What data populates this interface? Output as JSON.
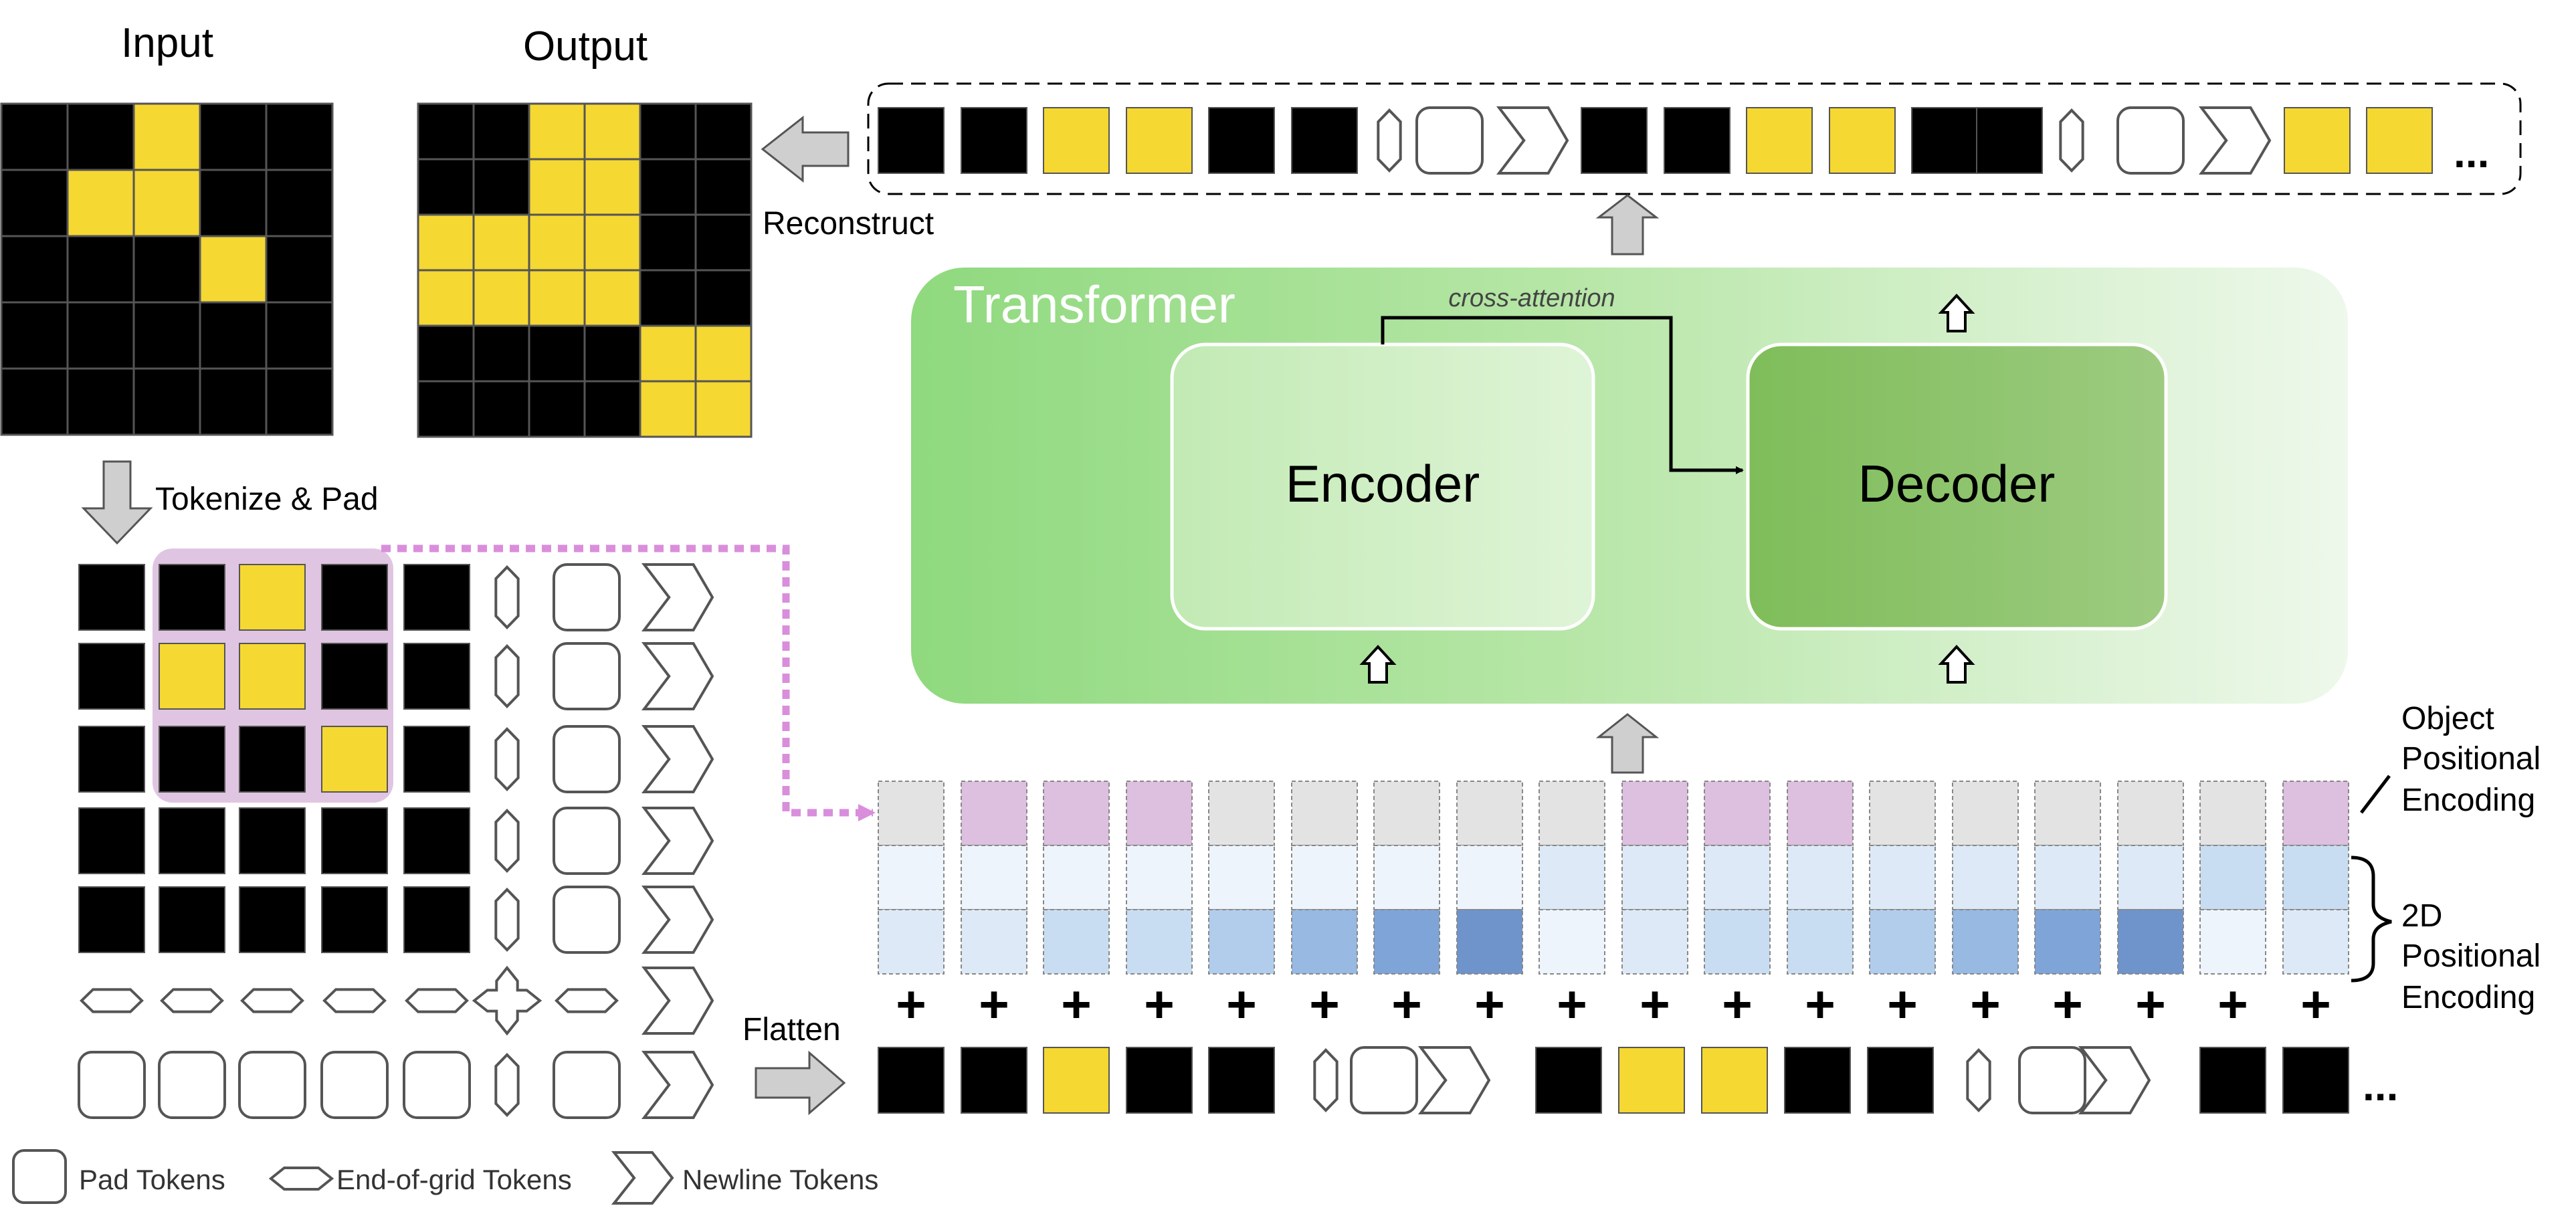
{
  "colors": {
    "black_cell": "#000000",
    "yellow_cell": "#f5d832",
    "grid_line": "#555555",
    "token_outline": "#555555",
    "arrow_gray": "#cfcfcf",
    "object_pe": "#ddbfdf",
    "object_pe_empty": "#e3e3e3",
    "highlight": "#ddbfdf",
    "dotted_connector": "#d98edc",
    "transformer_panel_left": "#8fd97e",
    "transformer_panel_right": "#e9f6e5",
    "decoder_left": "#7fbd5a",
    "decoder_right": "#a3cf88",
    "encoder_fill": "#cbeec0",
    "pe_shades": [
      "#edf4fb",
      "#dde9f6",
      "#c9ddf2",
      "#b2cdec",
      "#97b9e2",
      "#7fa4d8",
      "#6f94cb"
    ]
  },
  "labels": {
    "input": "Input",
    "output": "Output",
    "reconstruct": "Reconstruct",
    "tokenize_pad": "Tokenize & Pad",
    "transformer": "Transformer",
    "encoder": "Encoder",
    "decoder": "Decoder",
    "cross_attention": "cross-attention",
    "object_pe_line1": "Object",
    "object_pe_line2": "Positional",
    "object_pe_line3": "Encoding",
    "pe2d_line1": "2D",
    "pe2d_line2": "Positional",
    "pe2d_line3": "Encoding",
    "flatten": "Flatten",
    "ellipsis": "...",
    "plus": "+"
  },
  "legend": [
    {
      "icon": "pad-token-icon",
      "label": "Pad Tokens"
    },
    {
      "icon": "end-of-grid-token-icon",
      "label": "End-of-grid Tokens"
    },
    {
      "icon": "newline-token-icon",
      "label": "Newline Tokens"
    }
  ],
  "input_grid": [
    [
      "B",
      "B",
      "Y",
      "B",
      "B"
    ],
    [
      "B",
      "Y",
      "Y",
      "B",
      "B"
    ],
    [
      "B",
      "B",
      "B",
      "Y",
      "B"
    ],
    [
      "B",
      "B",
      "B",
      "B",
      "B"
    ],
    [
      "B",
      "B",
      "B",
      "B",
      "B"
    ]
  ],
  "output_grid": [
    [
      "B",
      "B",
      "Y",
      "Y",
      "B",
      "B"
    ],
    [
      "B",
      "B",
      "Y",
      "Y",
      "B",
      "B"
    ],
    [
      "Y",
      "Y",
      "Y",
      "Y",
      "B",
      "B"
    ],
    [
      "Y",
      "Y",
      "Y",
      "Y",
      "B",
      "B"
    ],
    [
      "B",
      "B",
      "B",
      "B",
      "Y",
      "Y"
    ],
    [
      "B",
      "B",
      "B",
      "B",
      "Y",
      "Y"
    ]
  ],
  "tokenized_grid": [
    [
      "B",
      "B",
      "Y",
      "B",
      "B",
      "EOG",
      "PAD",
      "NL"
    ],
    [
      "B",
      "Y",
      "Y",
      "B",
      "B",
      "EOG",
      "PAD",
      "NL"
    ],
    [
      "B",
      "B",
      "B",
      "Y",
      "B",
      "EOG",
      "PAD",
      "NL"
    ],
    [
      "B",
      "B",
      "B",
      "B",
      "B",
      "EOG",
      "PAD",
      "NL"
    ],
    [
      "B",
      "B",
      "B",
      "B",
      "B",
      "EOG",
      "PAD",
      "NL"
    ],
    [
      "EOG",
      "EOG",
      "EOG",
      "EOG",
      "EOG",
      "EOGX",
      "EOG",
      "NL"
    ],
    [
      "PAD",
      "PAD",
      "PAD",
      "PAD",
      "PAD",
      "EOG",
      "PAD",
      "NL"
    ]
  ],
  "output_sequence": [
    "B",
    "B",
    "Y",
    "Y",
    "B",
    "B",
    "EOG",
    "PAD",
    "NL",
    "B",
    "B",
    "Y",
    "Y",
    "B",
    "B",
    "EOG",
    "PAD",
    "NL",
    "Y",
    "Y"
  ],
  "input_sequence": [
    "B",
    "B",
    "Y",
    "B",
    "B",
    "EOG",
    "PAD",
    "NL",
    "B",
    "Y",
    "Y",
    "B",
    "B",
    "EOG",
    "PAD",
    "NL",
    "B",
    "B"
  ],
  "object_pe": [
    0,
    1,
    1,
    1,
    0,
    0,
    0,
    0,
    0,
    1,
    1,
    1,
    0,
    0,
    0,
    0,
    0,
    1
  ],
  "pe_row_shade": [
    0,
    0,
    0,
    0,
    0,
    0,
    0,
    0,
    1,
    1,
    1,
    1,
    1,
    1,
    1,
    1,
    2,
    2
  ],
  "pe_col_shade": [
    1,
    1,
    2,
    2,
    3,
    4,
    5,
    6,
    0,
    1,
    2,
    2,
    3,
    4,
    5,
    6,
    0,
    1
  ]
}
